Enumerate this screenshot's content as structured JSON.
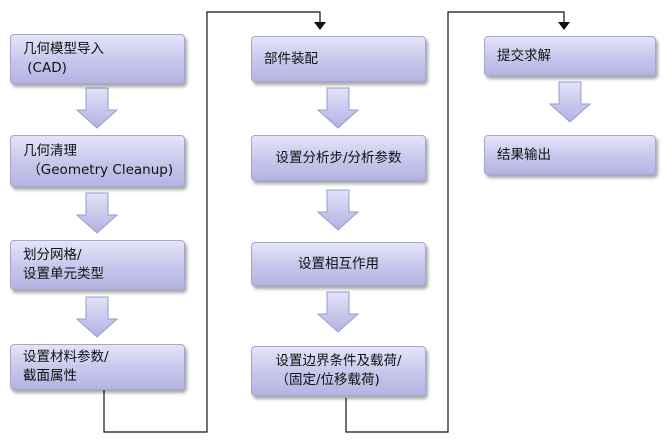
{
  "column1": {
    "step1": "几何模型导入\n (CAD)",
    "step2": "几何清理\n （Geometry Cleanup)",
    "step3": "划分网格/\n设置单元类型",
    "step4": "设置材料参数/\n截面属性"
  },
  "column2": {
    "step1": "部件装配",
    "step2": "设置分析步/分析参数",
    "step3": "设置相互作用",
    "step4": "设置边界条件及载荷/\n（固定/位移载荷)"
  },
  "column3": {
    "step1": "提交求解",
    "step2": "结果输出"
  },
  "colors": {
    "box_fill": "#c6c6ec",
    "arrow_fill": "#c0c0ea",
    "line": "#111111"
  }
}
